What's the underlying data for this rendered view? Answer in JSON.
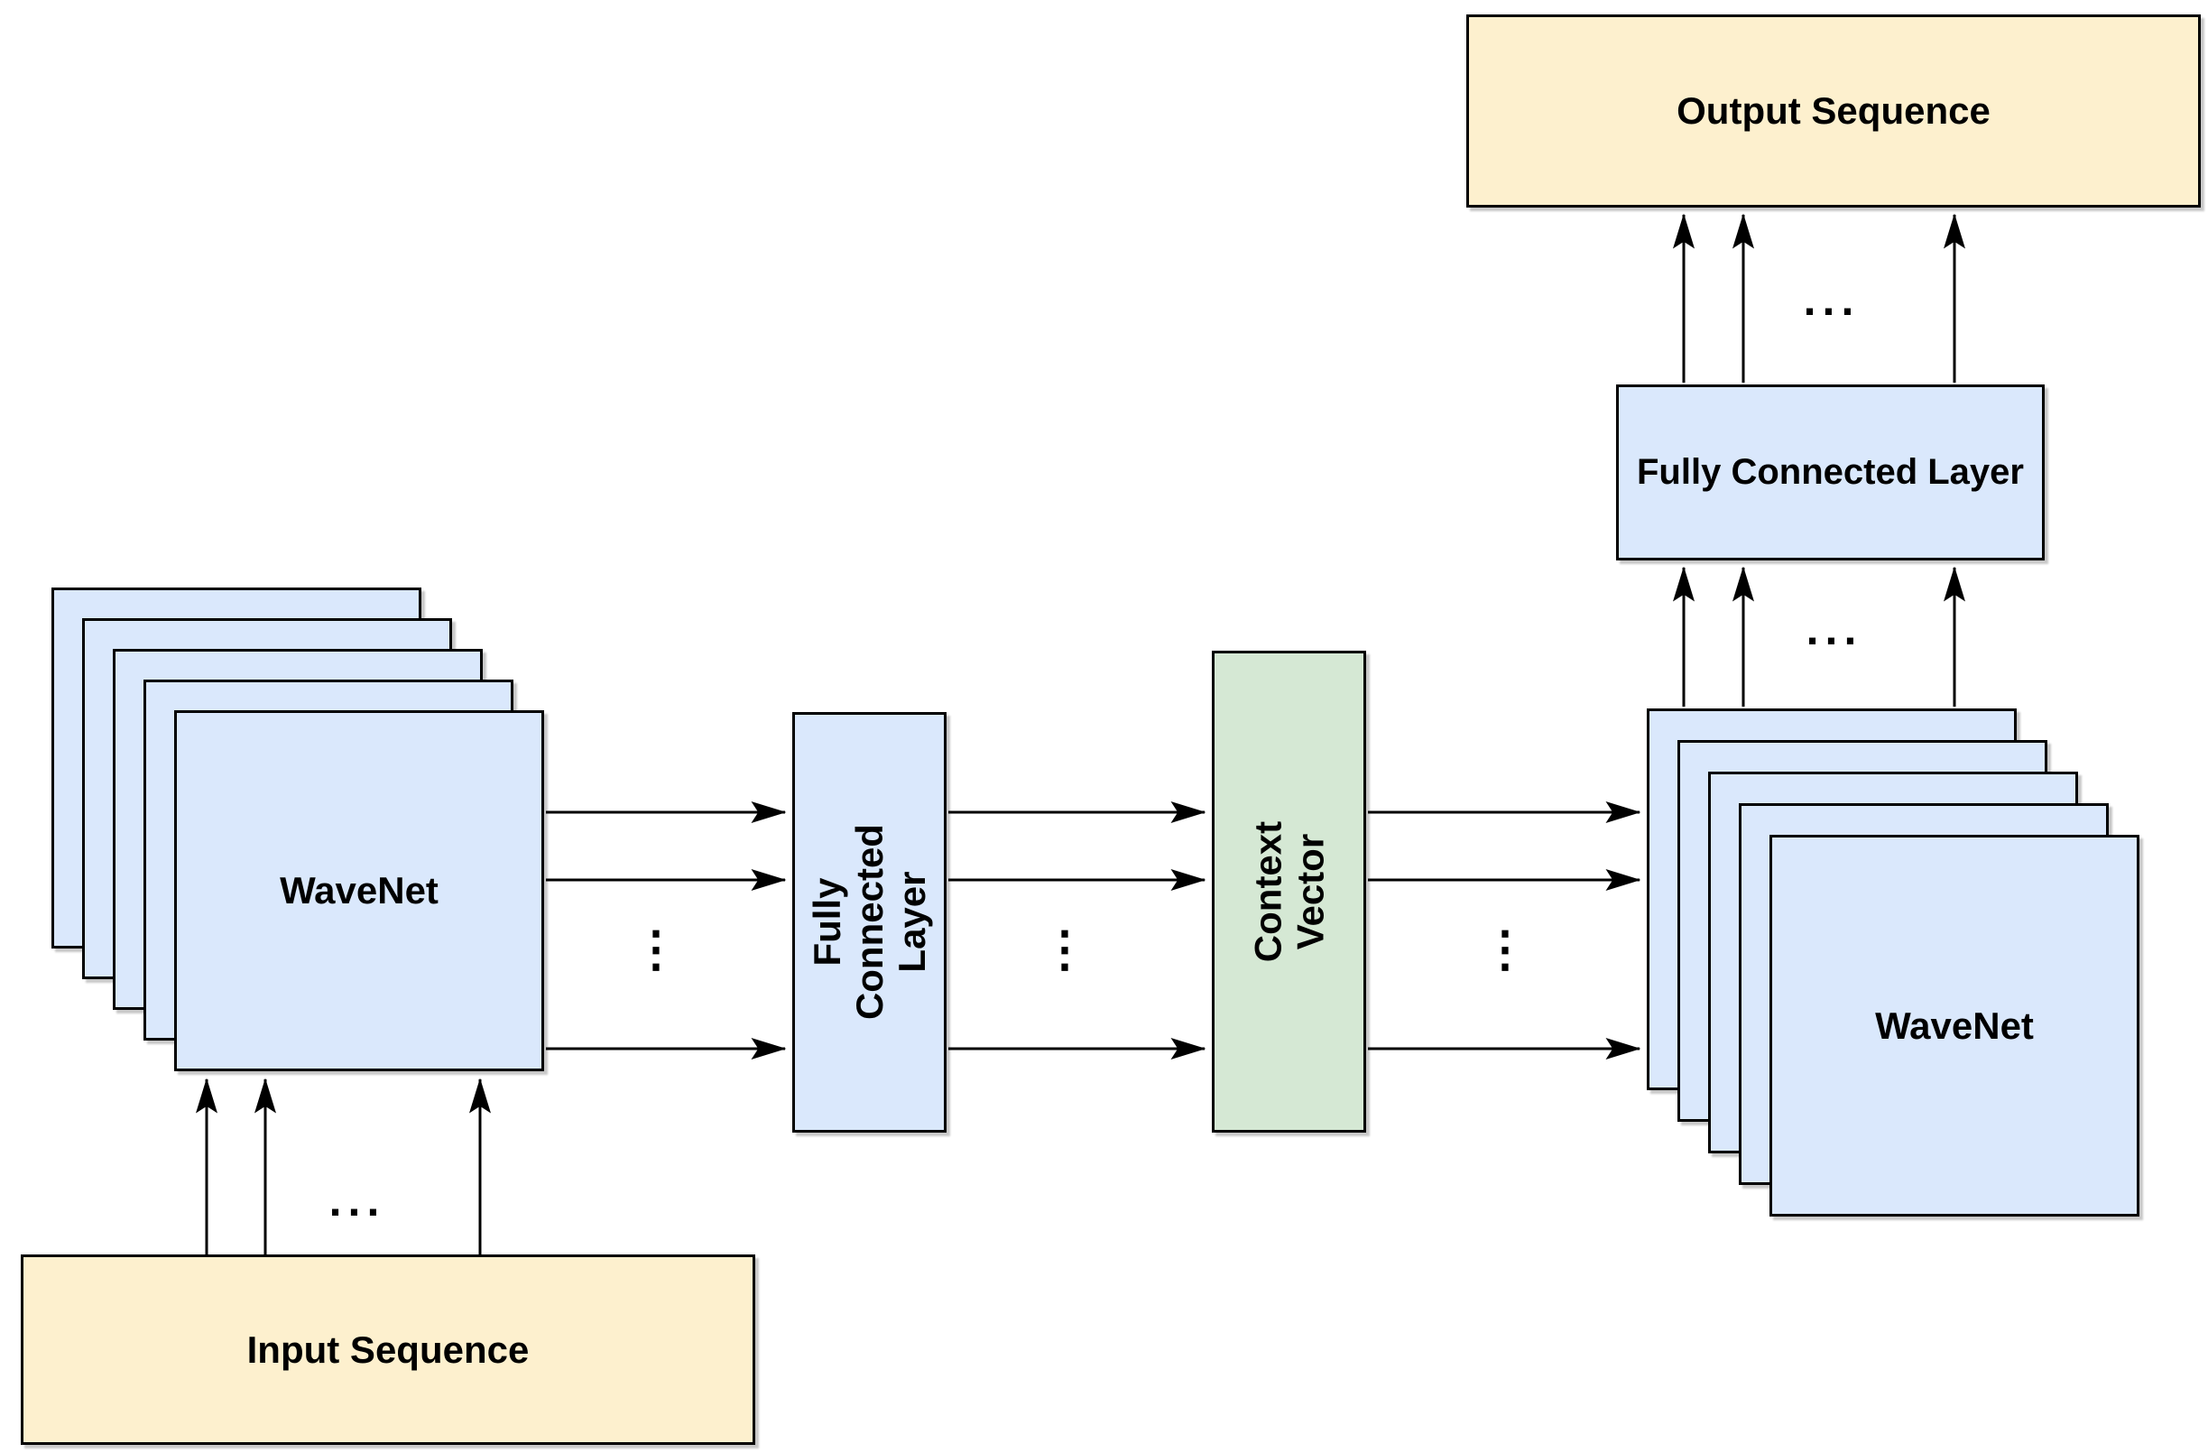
{
  "diagram": {
    "type": "neural-network-architecture",
    "background": "#ffffff",
    "colors": {
      "node_blue": "#dae8fc",
      "node_green": "#d5e8d4",
      "node_yellow": "#fdf0ce",
      "stroke": "#000000"
    },
    "nodes": {
      "input_sequence": {
        "label": "Input Sequence",
        "fill": "#fdf0ce"
      },
      "encoder_wavenet": {
        "label": "WaveNet",
        "fill": "#dae8fc",
        "stacked_copies": 5
      },
      "encoder_fc": {
        "label": "Fully Connected Layer",
        "fill": "#dae8fc",
        "text_orientation": "vertical"
      },
      "context_vector": {
        "label": "Context Vector",
        "fill": "#d5e8d4",
        "text_orientation": "vertical"
      },
      "decoder_wavenet": {
        "label": "WaveNet",
        "fill": "#dae8fc",
        "stacked_copies": 5
      },
      "decoder_fc": {
        "label": "Fully Connected Layer",
        "fill": "#dae8fc",
        "text_orientation": "horizontal"
      },
      "output_sequence": {
        "label": "Output Sequence",
        "fill": "#fdf0ce"
      }
    },
    "ellipsis": {
      "horizontal": "...",
      "vertical": "⋮"
    },
    "connections": [
      {
        "from": "input_sequence",
        "to": "encoder_wavenet",
        "arrows_shown": 3,
        "direction": "up"
      },
      {
        "from": "encoder_wavenet",
        "to": "encoder_fc",
        "arrows_shown": 3,
        "direction": "right"
      },
      {
        "from": "encoder_fc",
        "to": "context_vector",
        "arrows_shown": 3,
        "direction": "right"
      },
      {
        "from": "context_vector",
        "to": "decoder_wavenet",
        "arrows_shown": 3,
        "direction": "right"
      },
      {
        "from": "decoder_wavenet",
        "to": "decoder_fc",
        "arrows_shown": 3,
        "direction": "up"
      },
      {
        "from": "decoder_fc",
        "to": "output_sequence",
        "arrows_shown": 3,
        "direction": "up"
      }
    ]
  }
}
